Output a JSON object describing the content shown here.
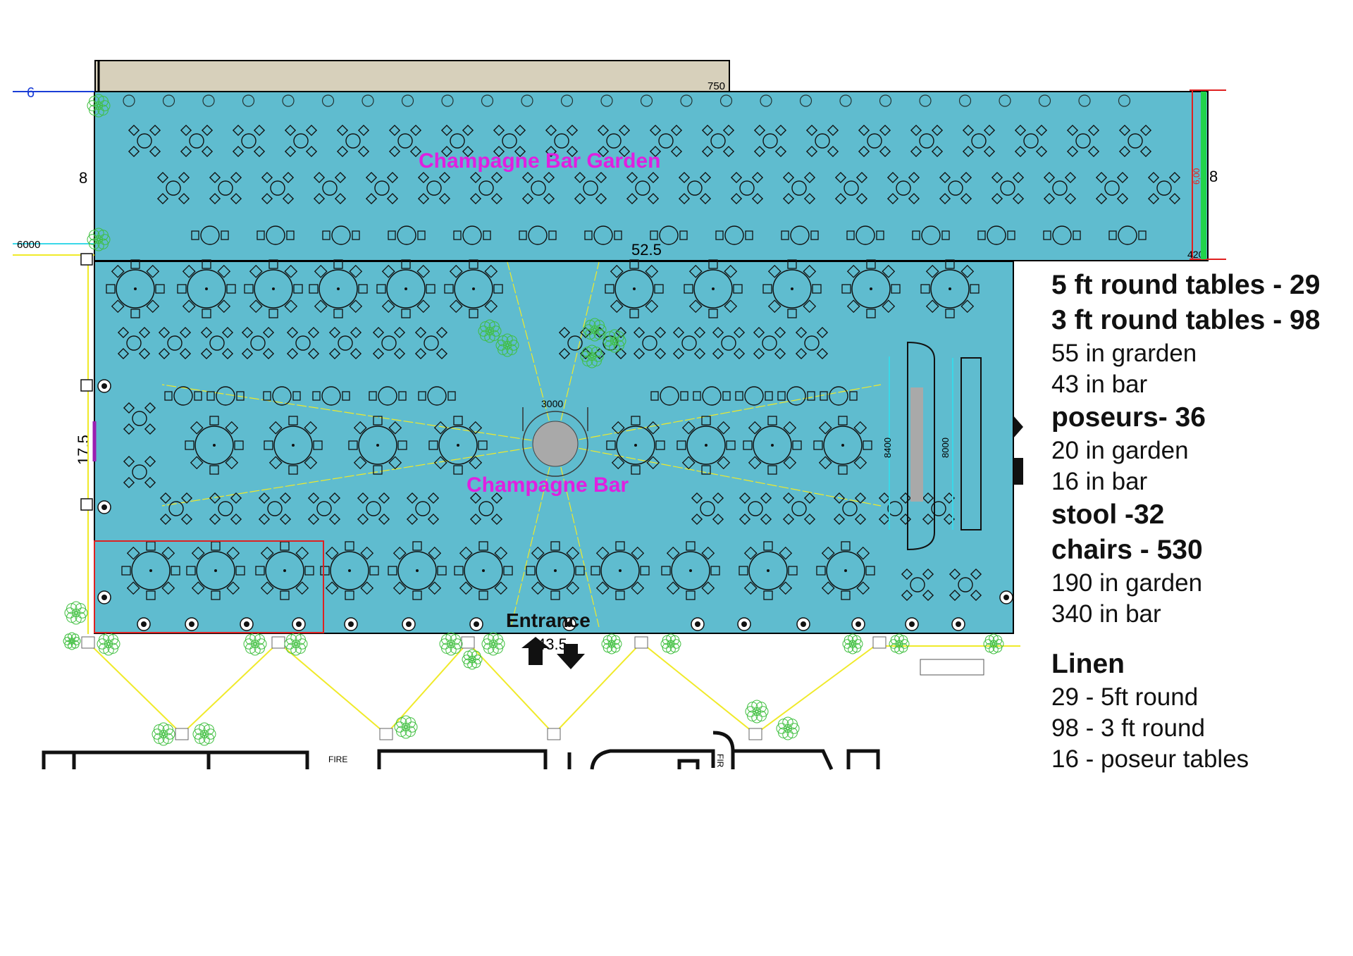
{
  "areas": {
    "garden_label": "Champagne Bar Garden",
    "bar_label": "Champagne Bar",
    "entrance_label": "Entrance",
    "fire_exit_label": "FIRE",
    "fire_exit_label2": "FIR"
  },
  "dimensions": {
    "top_strip": "750",
    "garden_width": "52.5",
    "garden_height_left": "8",
    "garden_height_right": "8",
    "left_marker": "6",
    "left_offset": "6000",
    "bar_height": "17.5",
    "entrance_width": "43.5",
    "circle_bar_dim": "3000",
    "bar_counter_1": "8400",
    "bar_counter_2": "8000",
    "right_red_vertical": "6,00",
    "right_red_bottom": "420"
  },
  "legend": {
    "round5": "5 ft round tables - 29",
    "round3": "3 ft round tables - 98",
    "round3_garden": "55 in grarden",
    "round3_bar": "43 in bar",
    "poseurs": "poseurs- 36",
    "poseurs_garden": "20 in garden",
    "poseurs_bar": "16 in bar",
    "stool": "stool -32",
    "chairs": "chairs - 530",
    "chairs_garden": "190 in garden",
    "chairs_bar": "340 in bar",
    "linen_title": "Linen",
    "linen_1": "29 - 5ft round",
    "linen_2": "98 - 3 ft round",
    "linen_3": "16 -  poseur tables"
  },
  "colors": {
    "floor": "#5fbccf",
    "area_label": "#e01fe0",
    "lights": "#f0ea2a",
    "greenery": "#3fbf3f"
  }
}
